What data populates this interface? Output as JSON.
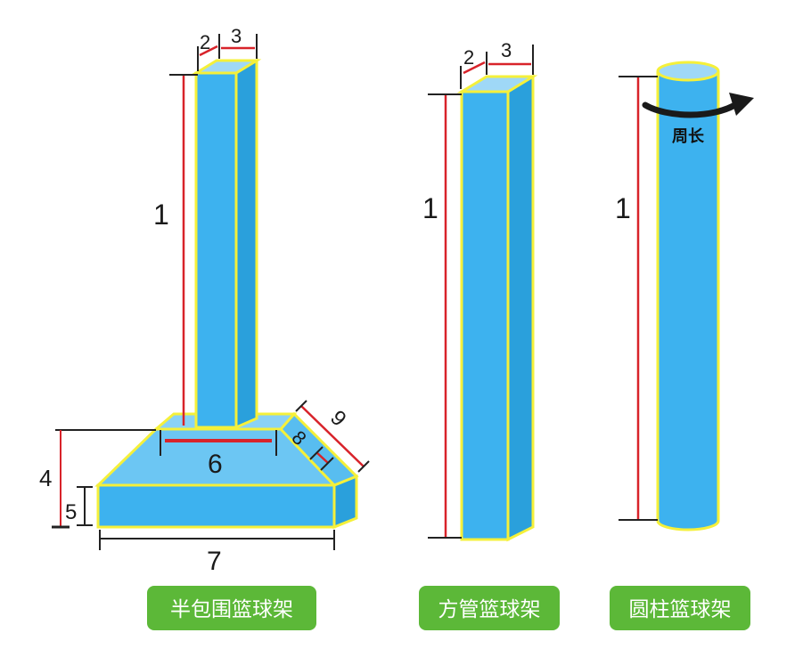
{
  "diagrams": [
    {
      "caption": "半包围篮球架",
      "dimension_labels": [
        "1",
        "2",
        "3",
        "4",
        "5",
        "6",
        "7",
        "8",
        "9"
      ]
    },
    {
      "caption": "方管篮球架",
      "dimension_labels": [
        "1",
        "2",
        "3"
      ]
    },
    {
      "caption": "圆柱篮球架",
      "dimension_labels": [
        "1"
      ],
      "perimeter_label": "周长"
    }
  ],
  "colors": {
    "fill": "#3db2ef",
    "top": "#9fd8f7",
    "outline": "#f5f03a",
    "dimension_red": "#d8232a",
    "caption_bg": "#5cb838"
  }
}
